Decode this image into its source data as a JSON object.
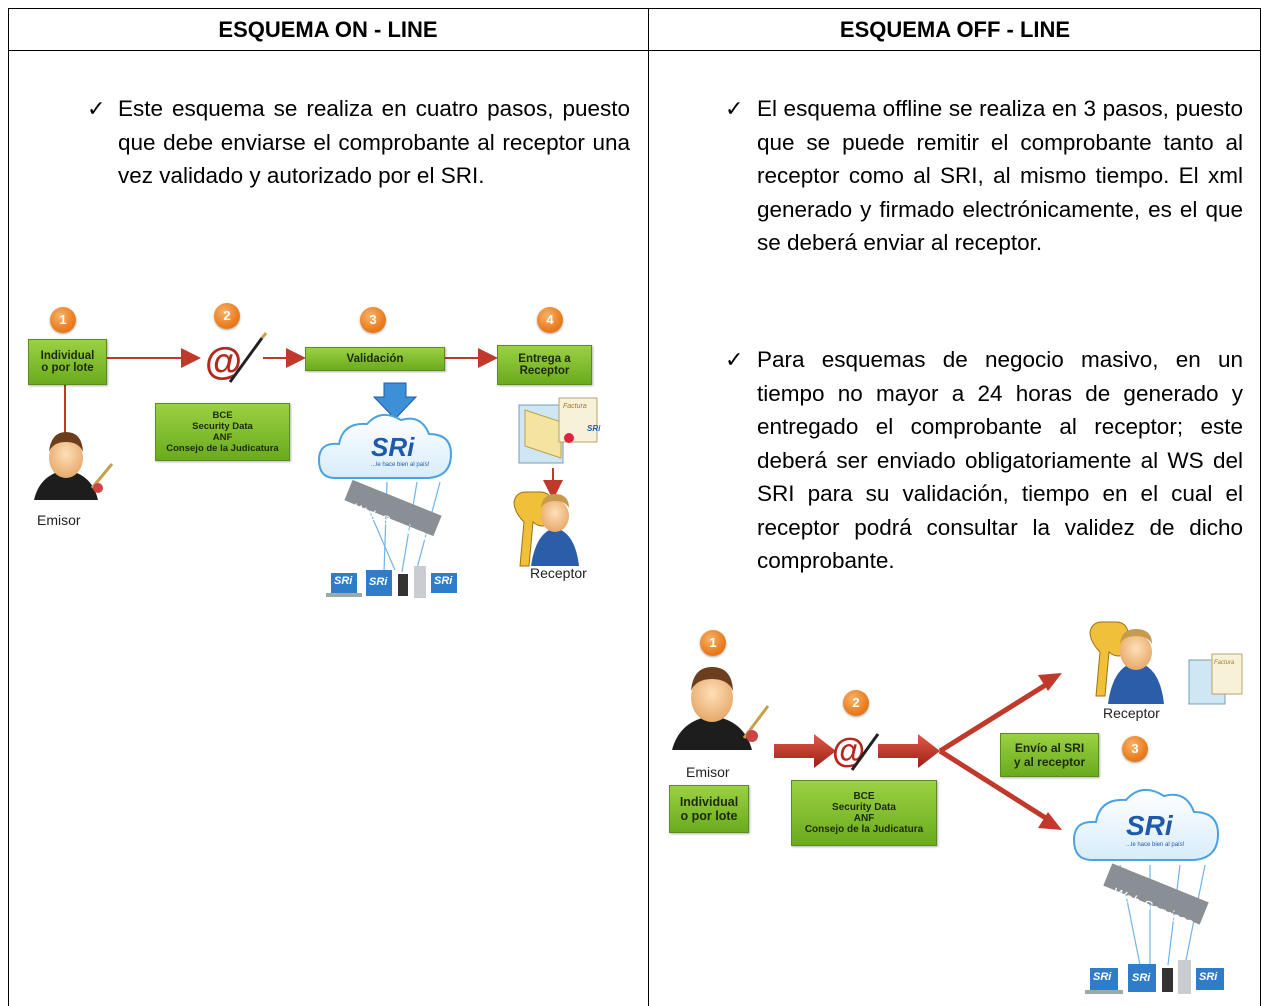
{
  "columns": {
    "online": {
      "title": "ESQUEMA ON - LINE",
      "paragraphs": [
        "Este esquema se realiza en cuatro pasos, puesto que debe enviarse el comprobante al receptor una vez validado y autorizado por el SRI."
      ]
    },
    "offline": {
      "title": "ESQUEMA OFF - LINE",
      "paragraphs": [
        "El esquema offline se realiza en 3 pasos, puesto que se puede remitir el comprobante tanto al receptor como al SRI, al mismo tiempo. El xml generado y firmado electrónicamente, es el que se deberá enviar al receptor.",
        "Para esquemas de negocio masivo, en un tiempo no mayor a 24 horas de generado y entregado el comprobante al receptor; este deberá ser enviado obligatoriamente al WS del SRI para su validación, tiempo en el cual el receptor podrá consultar la validez de dicho comprobante."
      ]
    }
  },
  "online_diagram": {
    "steps": [
      "1",
      "2",
      "3",
      "4"
    ],
    "box_individual": [
      "Individual",
      "o por lote"
    ],
    "box_validacion": "Validación",
    "box_entrega": [
      "Entrega a",
      "Receptor"
    ],
    "box_certificadoras": [
      "BCE",
      "Security Data",
      "ANF",
      "Consejo de la Judicatura"
    ],
    "emisor_label": "Emisor",
    "receptor_label": "Receptor",
    "sri_logo": "SRi",
    "sri_tagline": "...le hace bien al país!",
    "web_services": "Web Services",
    "mini_sri": "SRi",
    "factura": "Factura"
  },
  "offline_diagram": {
    "steps": [
      "1",
      "2",
      "3"
    ],
    "box_individual": [
      "Individual",
      "o por lote"
    ],
    "box_envio": [
      "Envío al SRI",
      "y al receptor"
    ],
    "box_certificadoras": [
      "BCE",
      "Security Data",
      "ANF",
      "Consejo de la Judicatura"
    ],
    "emisor_label": "Emisor",
    "receptor_label": "Receptor",
    "sri_logo": "SRi",
    "sri_tagline": "...le hace bien al país!",
    "web_services": "Web Services",
    "mini_sri": "SRi",
    "factura": "Factura"
  },
  "colors": {
    "green_box": "#7dbb2a",
    "step_orange": "#ea7d1f",
    "arrow_red": "#c0392b",
    "sri_blue": "#1e5aa8"
  }
}
